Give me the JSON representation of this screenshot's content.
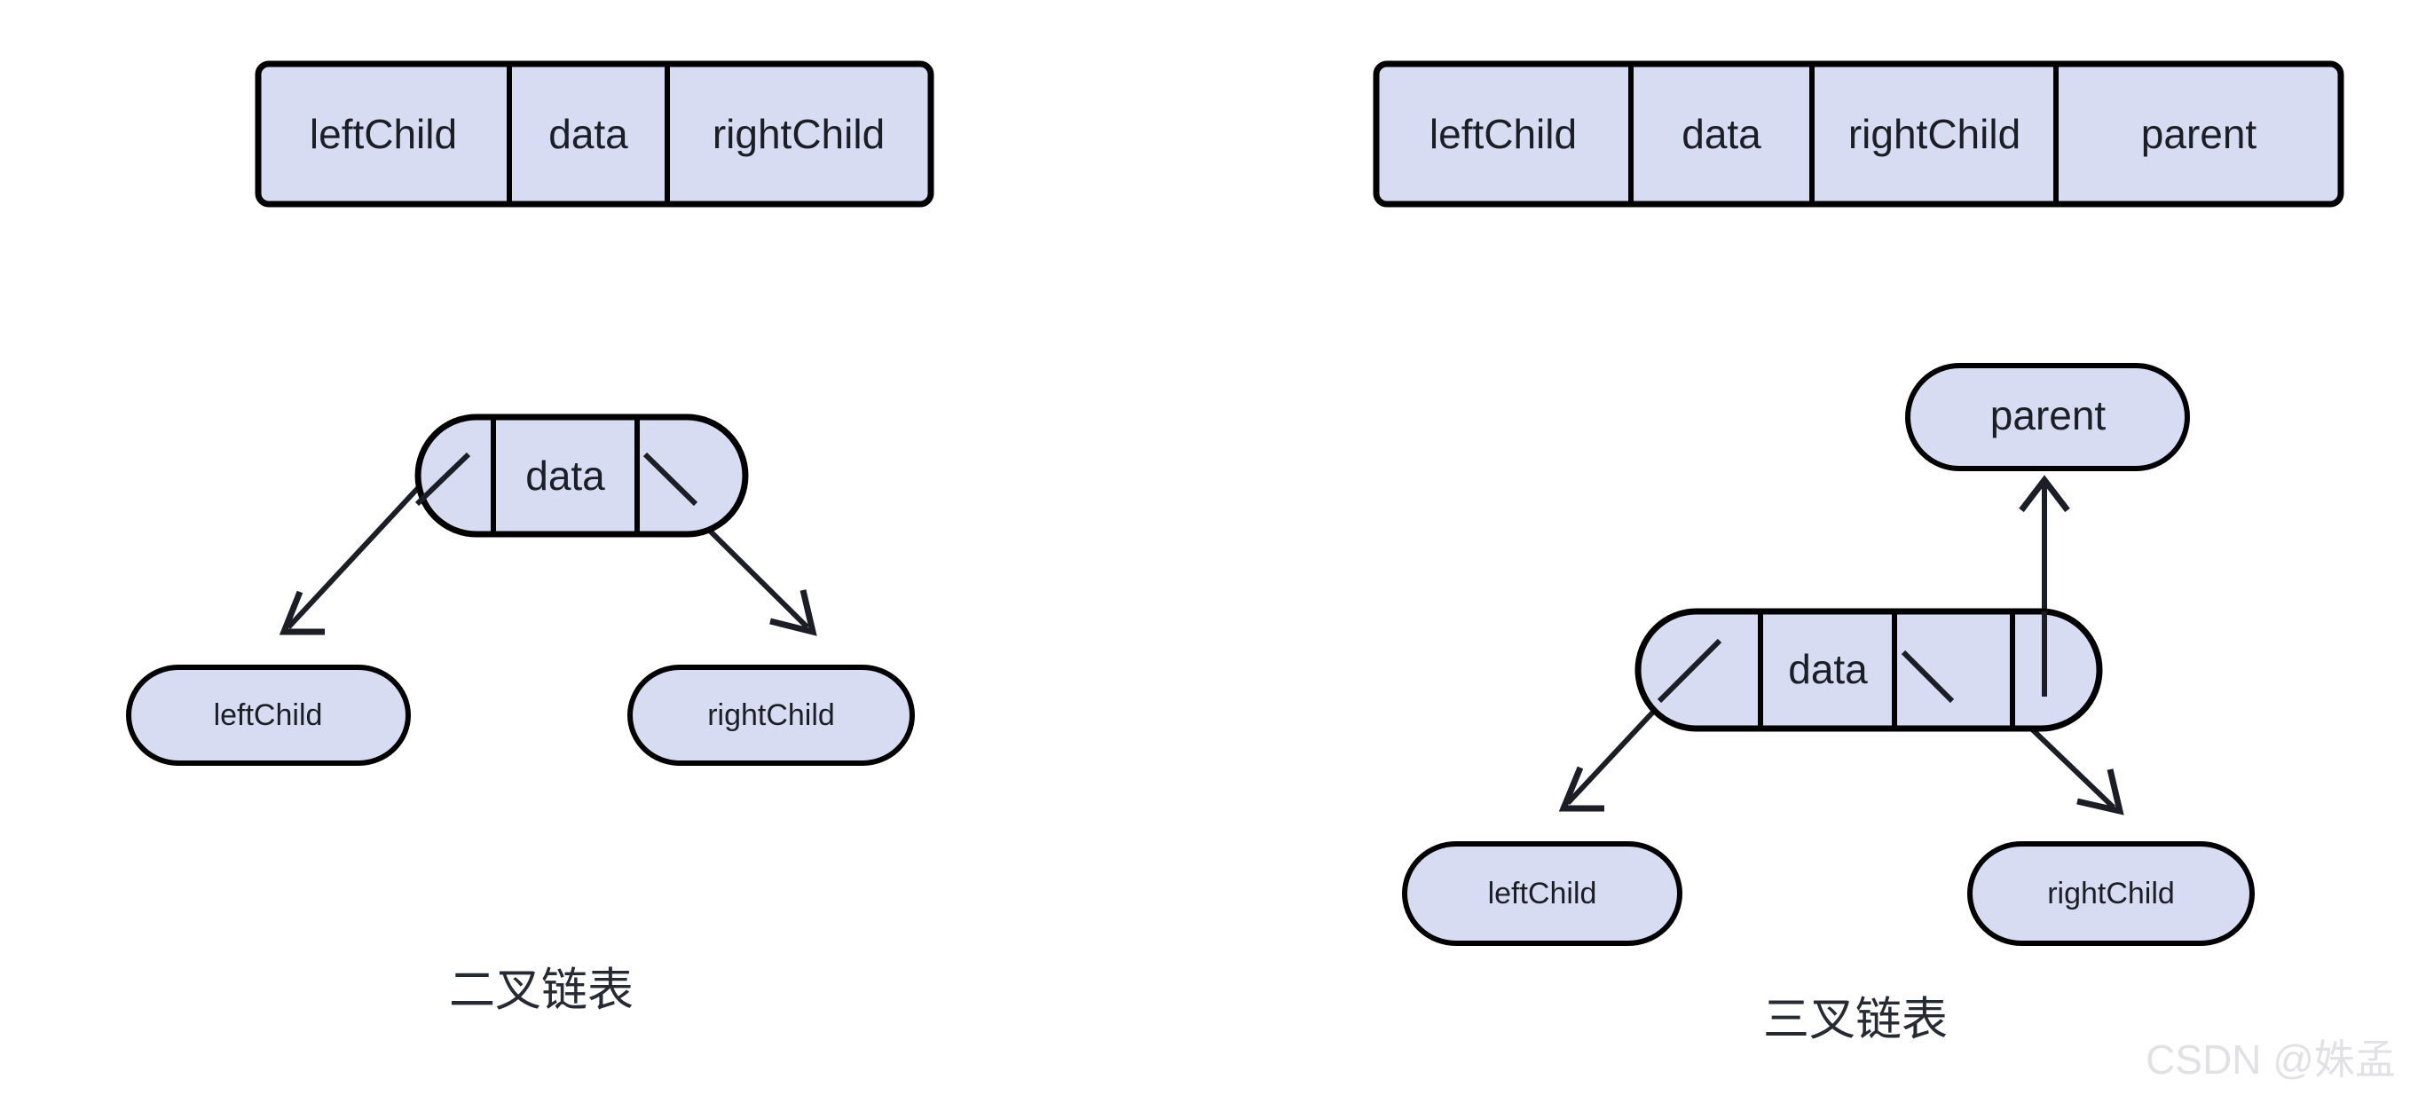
{
  "page": {
    "background": "#ffffff",
    "node_fill": "#d8dcf2",
    "stroke_color": "#000000",
    "text_color": "#1c1e26",
    "watermark_color": "#e2e2e4"
  },
  "watermark": {
    "text": "CSDN @姝孟"
  },
  "left_figure": {
    "caption": "二叉链表",
    "struct_table": {
      "cells": [
        "leftChild",
        "data",
        "rightChild"
      ]
    },
    "tree": {
      "root": {
        "cells": [
          "",
          "data",
          ""
        ],
        "data_label": "data",
        "left_pointer_glyph": "slash",
        "right_pointer_glyph": "slash"
      },
      "children": [
        {
          "label": "leftChild"
        },
        {
          "label": "rightChild"
        }
      ],
      "edges": [
        {
          "from": "root-left-cell",
          "to": "leftChild",
          "arrow": true
        },
        {
          "from": "root-right-cell",
          "to": "rightChild",
          "arrow": true
        }
      ]
    }
  },
  "right_figure": {
    "caption": "三叉链表",
    "struct_table": {
      "cells": [
        "leftChild",
        "data",
        "rightChild",
        "parent"
      ]
    },
    "tree": {
      "root": {
        "cells": [
          "",
          "data",
          "",
          ""
        ],
        "data_label": "data",
        "left_pointer_glyph": "slash",
        "right_pointer_glyph": "slash",
        "parent_pointer_glyph": "vertical-line"
      },
      "parent_node": {
        "label": "parent"
      },
      "children": [
        {
          "label": "leftChild"
        },
        {
          "label": "rightChild"
        }
      ],
      "edges": [
        {
          "from": "root-left-cell",
          "to": "leftChild",
          "arrow": true
        },
        {
          "from": "root-right-cell",
          "to": "rightChild",
          "arrow": true
        },
        {
          "from": "root-parent-cell",
          "to": "parent",
          "arrow": true
        }
      ]
    }
  }
}
